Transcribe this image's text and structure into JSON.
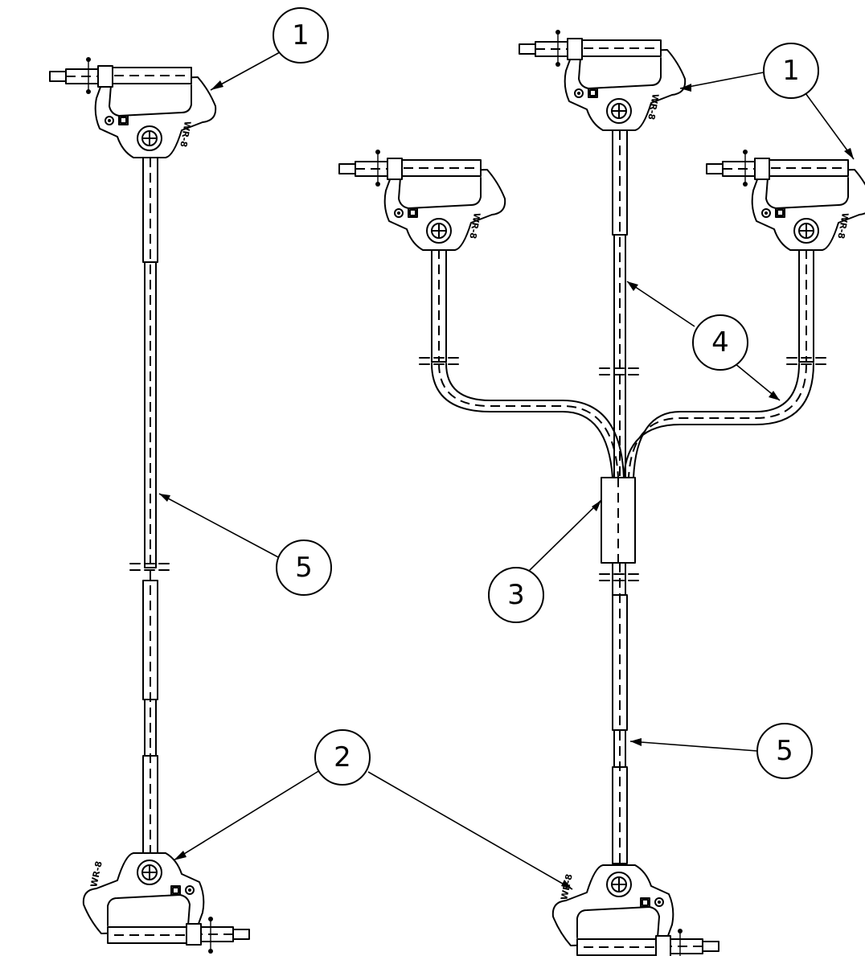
{
  "callouts": [
    {
      "label": "1"
    },
    {
      "label": "1"
    },
    {
      "label": "2"
    },
    {
      "label": "3"
    },
    {
      "label": "4"
    },
    {
      "label": "5"
    },
    {
      "label": "5"
    }
  ],
  "clamp_marking": "WR-8"
}
